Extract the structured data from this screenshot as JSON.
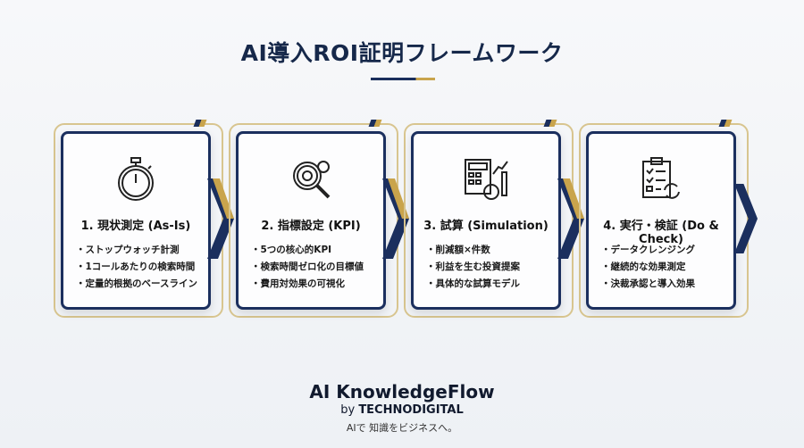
{
  "title": "AI導入ROI証明フレームワーク",
  "steps": [
    {
      "heading": "1. 現状測定 (As-Is)",
      "icon": "stopwatch-icon",
      "items": [
        "ストップウォッチ計測",
        "1コールあたりの検索時間",
        "定量的根拠のベースライン"
      ]
    },
    {
      "heading": "2. 指標設定 (KPI)",
      "icon": "gear-magnifier-icon",
      "items": [
        "5つの核心的KPI",
        "検索時間ゼロ化の目標値",
        "費用対効果の可視化"
      ]
    },
    {
      "heading": "3. 試算 (Simulation)",
      "icon": "calculator-chart-icon",
      "items": [
        "削減額×件数",
        "利益を生む投資提案",
        "具体的な試算モデル"
      ]
    },
    {
      "heading": "4. 実行・検証 (Do & Check)",
      "icon": "clipboard-cycle-icon",
      "items": [
        "データクレンジング",
        "継続的な効果測定",
        "決裁承認と導入効果"
      ]
    }
  ],
  "footer": {
    "brand": "AI KnowledgeFlow",
    "by": "by",
    "company": "TECHNODIGITAL",
    "tagline": "AIで 知識をビジネスへ。"
  },
  "colors": {
    "navy": "#1b2f5e",
    "gold": "#c9a44c"
  }
}
